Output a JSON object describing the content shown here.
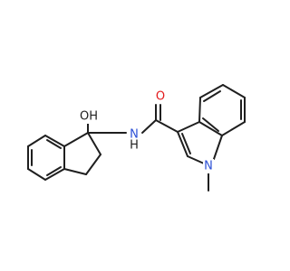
{
  "molecule": {
    "atom_labels": {
      "hydroxyl": "OH",
      "carbonyl_oxygen": "O",
      "amide_nitrogen": "N",
      "amide_hydrogen": "H",
      "indole_nitrogen": "N"
    },
    "colors": {
      "bond": "#1f1f1f",
      "oxygen": "#e31a1c",
      "nitrogen": "#2b4fd6"
    }
  }
}
